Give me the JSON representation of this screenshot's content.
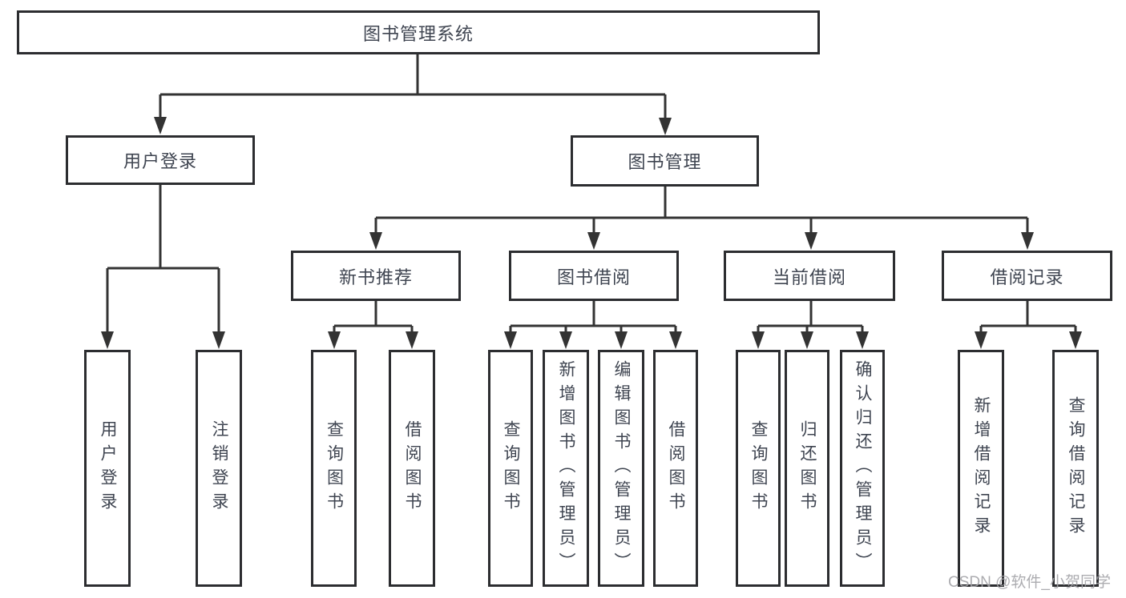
{
  "title": {
    "label": "图书管理系统"
  },
  "level2": {
    "user_login": {
      "label": "用户登录"
    },
    "book_management": {
      "label": "图书管理"
    }
  },
  "level3": {
    "new_book_recommend": {
      "label": "新书推荐"
    },
    "book_borrow": {
      "label": "图书借阅"
    },
    "current_borrow": {
      "label": "当前借阅"
    },
    "borrow_records": {
      "label": "借阅记录"
    }
  },
  "leaves": {
    "user_login_children": [
      {
        "label": "用户登录"
      },
      {
        "label": "注销登录"
      }
    ],
    "new_book_recommend_children": [
      {
        "label": "查询图书"
      },
      {
        "label": "借阅图书"
      }
    ],
    "book_borrow_children": [
      {
        "label": "查询图书"
      },
      {
        "label": "新增图书（管理员）"
      },
      {
        "label": "编辑图书（管理员）"
      },
      {
        "label": "借阅图书"
      }
    ],
    "current_borrow_children": [
      {
        "label": "查询图书"
      },
      {
        "label": "归还图书"
      },
      {
        "label": "确认归还（管理员）"
      }
    ],
    "borrow_records_children": [
      {
        "label": "新增借阅记录"
      },
      {
        "label": "查询借阅记录"
      }
    ]
  },
  "watermark": {
    "text": "CSDN @软件_小贺同学"
  },
  "colors": {
    "line": "#333333",
    "box_border": "#2c2d30",
    "text": "#3f4551",
    "watermark": "#a4a4a8",
    "background": "#ffffff"
  }
}
